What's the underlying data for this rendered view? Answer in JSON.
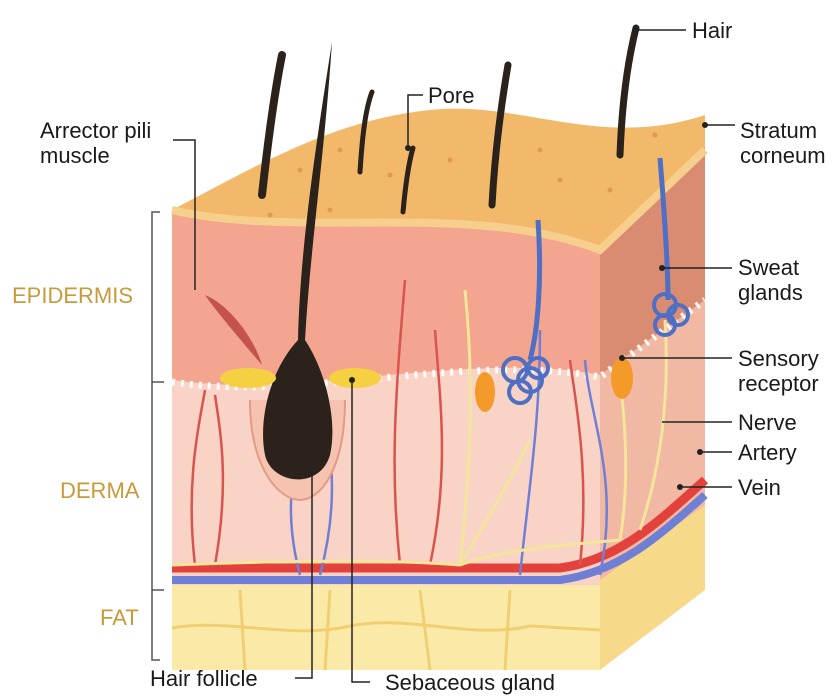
{
  "labels": {
    "hair": "Hair",
    "pore": "Pore",
    "arrector_line1": "Arrector pili",
    "arrector_line2": "muscle",
    "stratum_line1": "Stratum",
    "stratum_line2": "corneum",
    "sweat_line1": "Sweat",
    "sweat_line2": "glands",
    "sensory_line1": "Sensory",
    "sensory_line2": "receptor",
    "nerve": "Nerve",
    "artery": "Artery",
    "vein": "Vein",
    "hair_follicle": "Hair follicle",
    "sebaceous_gland": "Sebaceous gland"
  },
  "layers": {
    "epidermis": "EPIDERMIS",
    "derma": "DERMA",
    "fat": "FAT"
  },
  "colors": {
    "stratum_top": "#f2b96a",
    "epidermis": "#f3a58f",
    "derma": "#f8d3c6",
    "side_dark": "#d98c72",
    "fat": "#fbe9a8",
    "hair": "#2b221c",
    "artery": "#e2413c",
    "vein": "#6f7fd6",
    "nerve": "#f3e59a",
    "sweat": "#4e6fc4",
    "receptor": "#f39a28",
    "layer_label": "#c79a3a"
  }
}
